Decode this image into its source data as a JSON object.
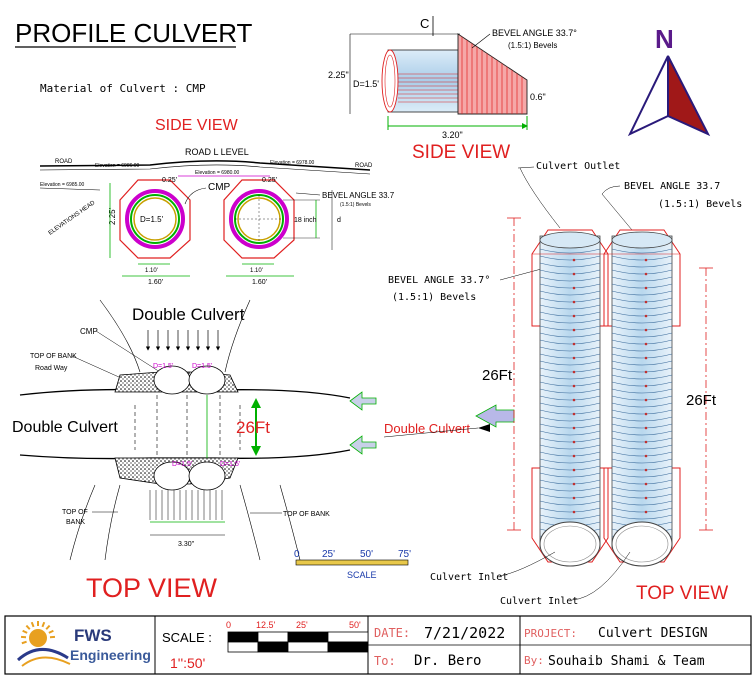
{
  "title": "PROFILE CULVERT",
  "material": "Material of Culvert : CMP",
  "cl_mark": "C",
  "side_view_label": "SIDE VIEW",
  "side_view_label2": "SIDE VIEW",
  "top_view_label": "TOP VIEW",
  "top_view_label2": "TOP VIEW",
  "north": "N",
  "road": "ROAD",
  "road_level": "ROAD L LEVEL",
  "elev_left": "Elevation = 6986.00",
  "elev_right": "Elevation = 6978.00",
  "elev_mid": "Elevation = 6980.00",
  "elev_low": "Elevation = 6985.00",
  "elev_head": "ELEVATIONS HEAD",
  "cmp": "CMP",
  "cmp2": "CMP",
  "d_15": "D=1.5'",
  "d_15b": "D=1.5'",
  "dim_025": "0.25'",
  "dim_025b": "0.25'",
  "dim_225": "2.25'",
  "dim_225b": "2.25\"",
  "dim_110": "1.10'",
  "dim_110b": "1.10'",
  "dim_160": "1.60'",
  "dim_160b": "1.60'",
  "dim_18in": "18 inch",
  "dim_d": "d",
  "dim_06": "0.6\"",
  "dim_320": "3.20\"",
  "dim_330": "3.30\"",
  "bevel1": "BEVEL ANGLE 33.7°",
  "bevel1b": "(1.5:1)   Bevels",
  "bevel2": "BEVEL ANGLE 33.7",
  "bevel2b": "(1.5:1)   Bevels",
  "bevel3": "BEVEL ANGLE 33.7",
  "bevel3b": "(1.5:1)     Bevels",
  "bevel4": "BEVEL ANGLE 33.7°",
  "bevel4b": "(1.5:1)     Bevels",
  "culvert_outlet": "Culvert Outlet",
  "culvert_inlet": "Culvert Inlet",
  "culvert_inlet2": "Culvert Inlet",
  "double_culvert_top": "Double Culvert",
  "double_culvert_left": "Double Culvert",
  "double_culvert_mid": "Double Culvert",
  "top_of_bank": "TOP OF BANK",
  "road_way": "Road Way",
  "top_of_bank_l1": "TOP OF",
  "top_of_bank_l2": "BANK",
  "top_of_bank_r": "TOP OF BANK",
  "ft26a": "26Ft",
  "ft26b": "26Ft",
  "ft26c": "26Ft",
  "scale_ticks": [
    "0",
    "25'",
    "50'",
    "75'"
  ],
  "scale_word": "SCALE",
  "footer": {
    "brand1": "FWS",
    "brand2": "Engineering",
    "scale_label": "SCALE :",
    "scale_ticks": [
      "0",
      "12.5'",
      "25'",
      "50'"
    ],
    "scale_ratio": "1'':50'",
    "date_label": "DATE:",
    "date_value": "7/21/2022",
    "to_label": "To:",
    "to_value": "Dr. Bero",
    "project_label": "PROJECT:",
    "project_value": "Culvert DESIGN",
    "by_label": "By:",
    "by_value": "Souhaib Shami & Team"
  },
  "colors": {
    "red": "#e02020",
    "magenta": "#cc00cc",
    "green": "#00b000",
    "navy": "#2a1a7a",
    "pipe_blue": "#bcd9ee"
  }
}
